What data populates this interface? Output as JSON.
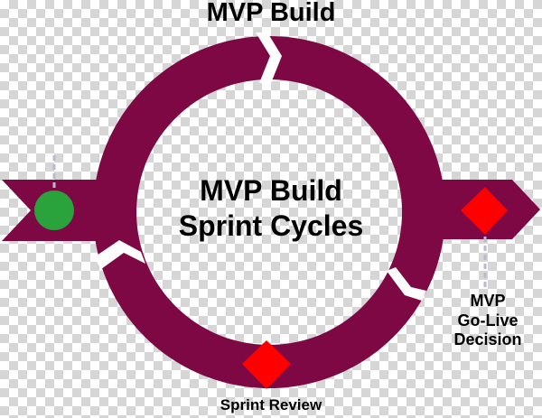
{
  "diagram": {
    "title": "MVP Build Sprint Cycles",
    "center_title_lines": [
      "MVP Build",
      "Sprint Cycles"
    ],
    "labels": {
      "top": "MVP Build",
      "bottom": "Sprint Review",
      "right_lines": [
        "MVP",
        "Go-Live",
        "Decision"
      ]
    },
    "markers": [
      {
        "type": "circle",
        "position": "start-left",
        "color": "#2aa33d"
      },
      {
        "type": "diamond",
        "position": "end-right",
        "label": "MVP Go-Live Decision",
        "color": "#ff0000"
      },
      {
        "type": "diamond",
        "position": "bottom",
        "label": "Sprint Review",
        "color": "#ff0000"
      }
    ],
    "colors": {
      "ring": "#7d0843",
      "milestone": "#ff0000",
      "start": "#2aa33d",
      "connector": "#b9b9d2"
    }
  }
}
